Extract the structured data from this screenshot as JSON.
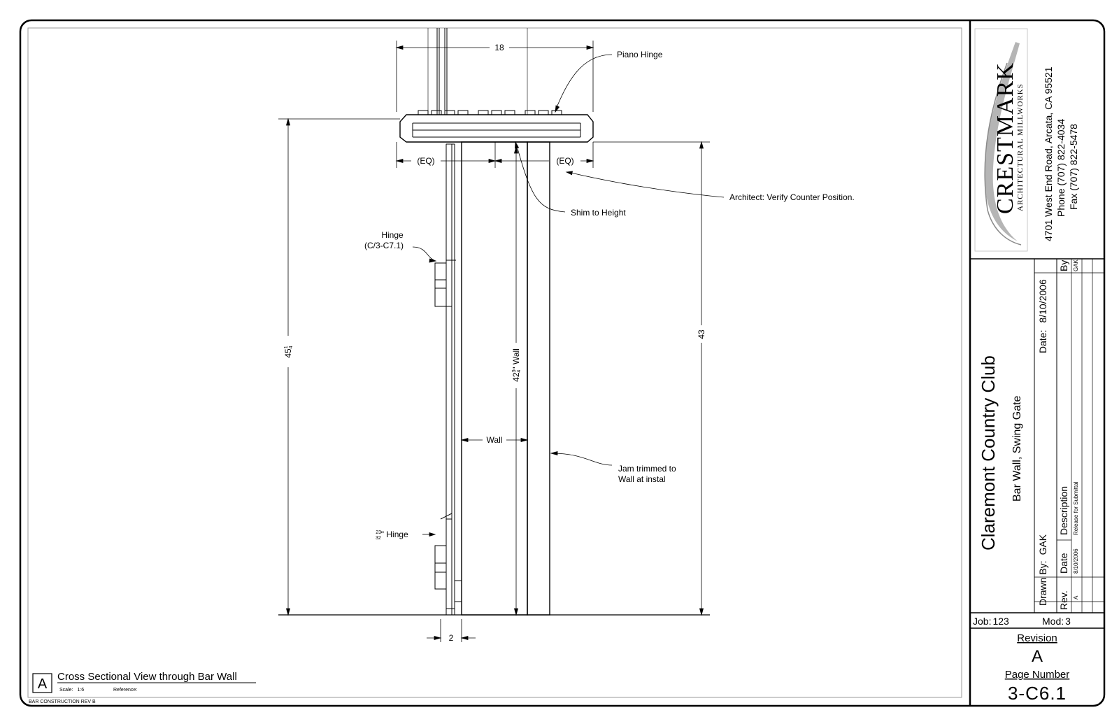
{
  "drawing": {
    "dim_top_width": "18",
    "dim_eq_left": "(EQ)",
    "dim_eq_right": "(EQ)",
    "dim_left_height_whole": "45",
    "dim_left_height_num": "1",
    "dim_left_height_den": "4",
    "dim_right_height": "43",
    "dim_wall_height_whole": "42",
    "dim_wall_height_num": "3",
    "dim_wall_height_den": "4",
    "dim_wall_height_suffix": "\" Wall",
    "dim_wall_thickness": "Wall",
    "dim_bottom_gap": "2",
    "label_piano_hinge": "Piano Hinge",
    "label_shim": "Shim to Height",
    "label_architect": "Architect: Verify Counter Position.",
    "label_hinge_line1": "Hinge",
    "label_hinge_line2": "(C/3-C7.1)",
    "label_jam_line1": "Jam trimmed to",
    "label_jam_line2": "Wall at instal",
    "label_small_hinge_num": "23",
    "label_small_hinge_den": "32",
    "label_small_hinge_suffix": "\" Hinge"
  },
  "view_title": {
    "letter": "A",
    "title": "Cross Sectional View through Bar Wall",
    "scale_label": "Scale:",
    "scale_value": "1:6",
    "reference_label": "Reference:"
  },
  "footer_note": "BAR CONSTRUCTION REV B",
  "title_block": {
    "company_logo": "CRESTMARK",
    "company_sub": "ARCHITECTURAL MILLWORKS",
    "address": "4701 West End Road, Arcata, CA 95521",
    "phone": "Phone (707) 822-4034",
    "fax": "Fax (707) 822-5478",
    "project": "Claremont Country Club",
    "subtitle": "Bar Wall, Swing Gate",
    "drawn_by_label": "Drawn By:",
    "drawn_by": "GAK",
    "date_label": "Date:",
    "date": "8/10/2006",
    "rev_header": "Rev.",
    "date_header": "Date",
    "desc_header": "Description",
    "by_header": "By",
    "rev_row_rev": "A",
    "rev_row_date": "8/10/2006",
    "rev_row_desc": "Release for Submittal",
    "rev_row_by": "GAK",
    "job_label": "Job:",
    "job": "123",
    "mod_label": "Mod:",
    "mod": "3",
    "revision_label": "Revision",
    "revision": "A",
    "page_number_label": "Page Number",
    "page_number": "3-C6.1"
  }
}
